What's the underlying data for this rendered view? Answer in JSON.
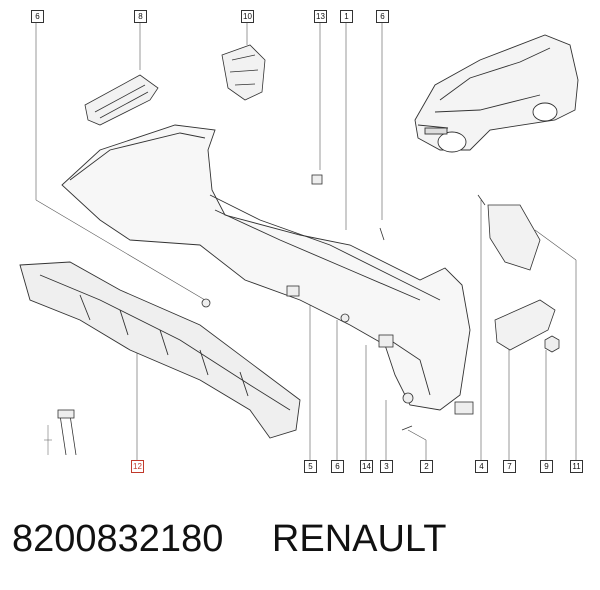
{
  "callouts": [
    {
      "id": "c6a",
      "label": "6"
    },
    {
      "id": "c8",
      "label": "8"
    },
    {
      "id": "c10",
      "label": "10"
    },
    {
      "id": "c13",
      "label": "13"
    },
    {
      "id": "c1",
      "label": "1"
    },
    {
      "id": "c6b",
      "label": "6"
    },
    {
      "id": "c12",
      "label": "12"
    },
    {
      "id": "c5",
      "label": "5"
    },
    {
      "id": "c6c",
      "label": "6"
    },
    {
      "id": "c14",
      "label": "14"
    },
    {
      "id": "c3",
      "label": "3"
    },
    {
      "id": "c2",
      "label": "2"
    },
    {
      "id": "c4",
      "label": "4"
    },
    {
      "id": "c7",
      "label": "7"
    },
    {
      "id": "c9",
      "label": "9"
    },
    {
      "id": "c11",
      "label": "11"
    }
  ],
  "footer": {
    "part_number": "8200832180",
    "brand": "RENAULT"
  },
  "colors": {
    "line": "#333333",
    "accent": "#c0392b"
  },
  "icons": [
    "car-icon",
    "bumper-cover-icon",
    "reinforcement-beam-icon",
    "bracket-icon",
    "bolt-icon",
    "clip-icon",
    "nut-icon"
  ]
}
